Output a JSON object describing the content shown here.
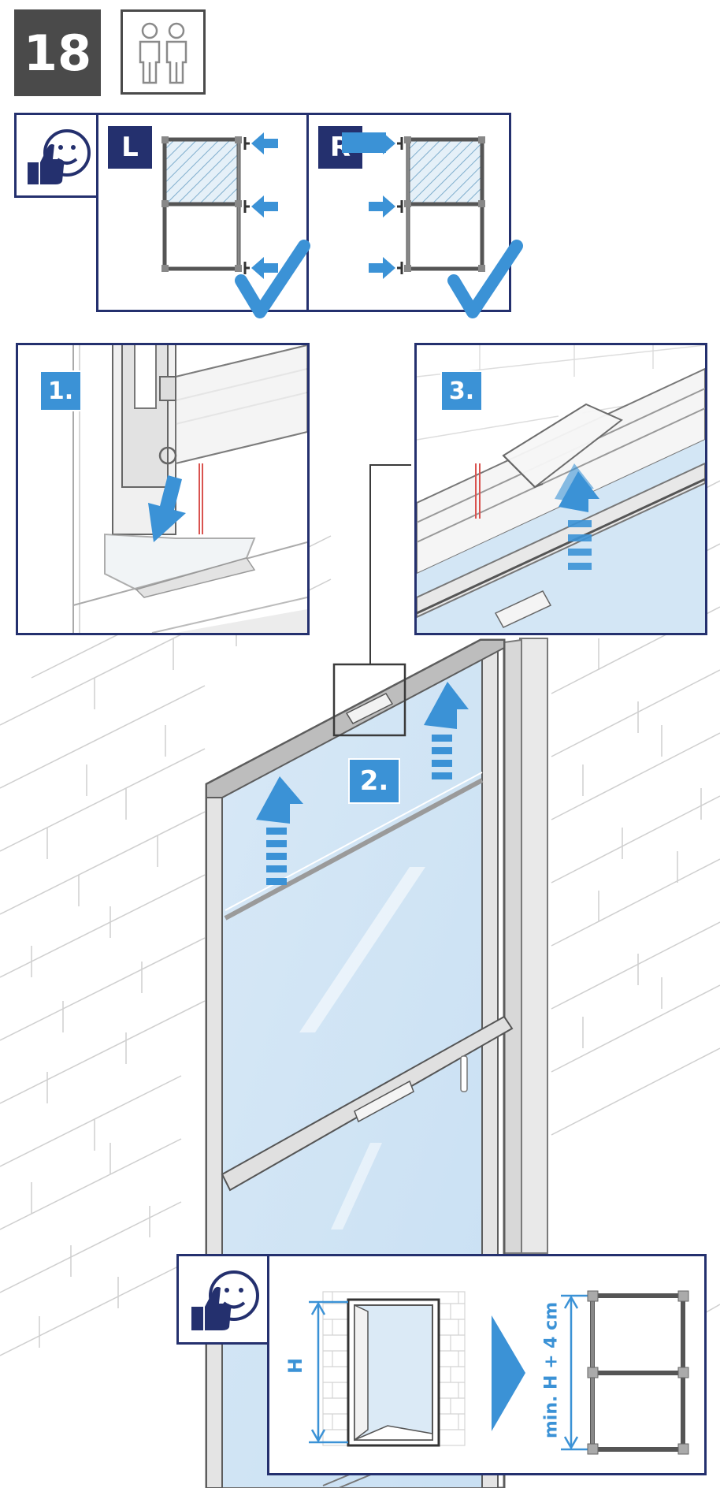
{
  "header": {
    "step_number": "18"
  },
  "panel_lr": {
    "left_label": "L",
    "right_label": "R"
  },
  "details": {
    "step1_label": "1.",
    "step2_label": "2.",
    "step3_label": "3."
  },
  "measure_panel": {
    "h_label": "H",
    "min_label": "min. H + 4 cm"
  },
  "icons": {
    "persons": "two-persons-icon",
    "thumbs_smiley": "thumbs-up-smiley-icon",
    "check": "check-mark-icon",
    "arrow": "blue-push-arrow-icon"
  },
  "colors": {
    "dark_navy": "#24306e",
    "accent_blue": "#3b92d6",
    "glass_blue": "#d3e6f5",
    "badge_gray": "#4a4a4a"
  }
}
